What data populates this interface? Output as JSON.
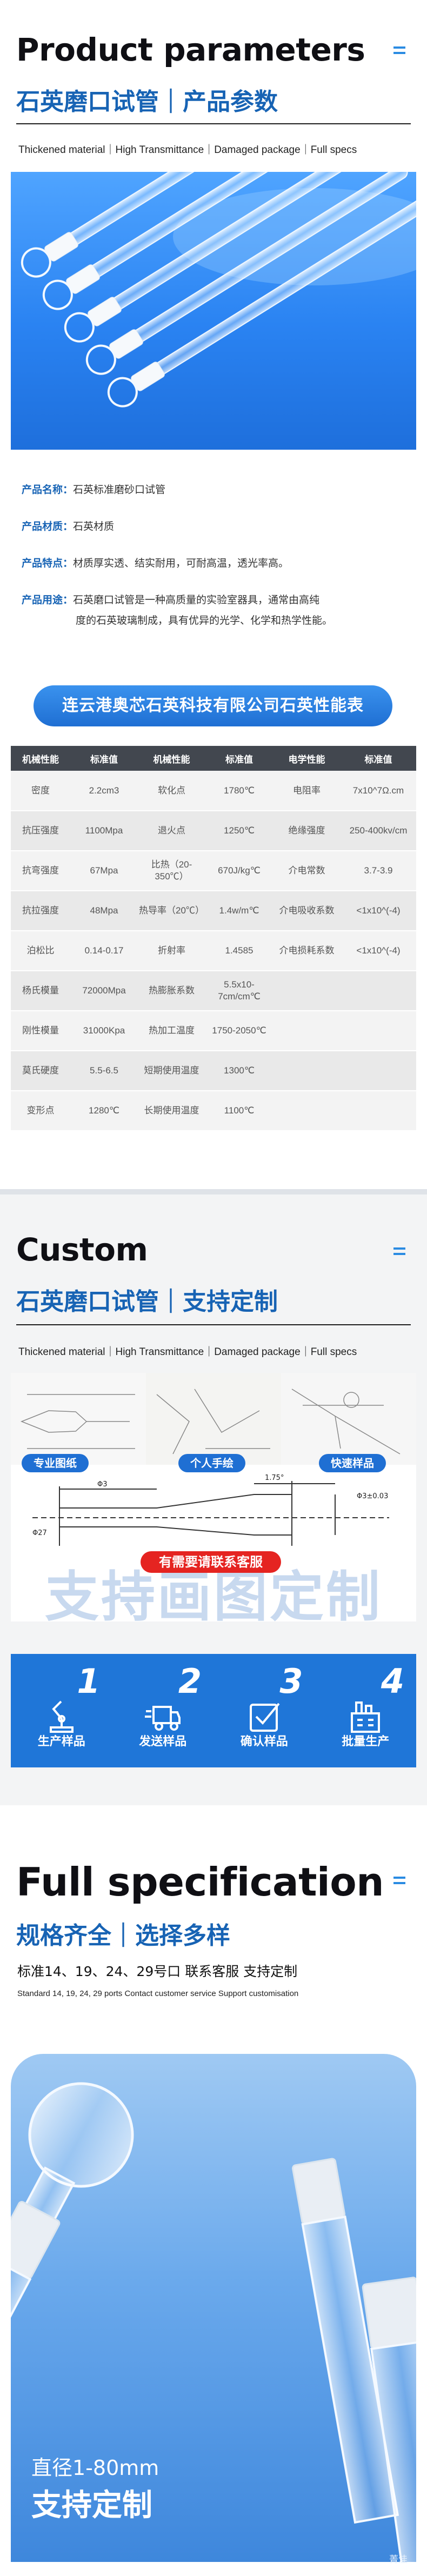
{
  "section1": {
    "title": "Product parameters",
    "subtitle": "石英磨口试管｜产品参数",
    "tagline": "Thickened material｜High Transmittance｜Damaged package｜Full specs",
    "info": [
      {
        "key": "产品名称：",
        "value": "石英标准磨砂口试管"
      },
      {
        "key": "产品材质：",
        "value": "石英材质"
      },
      {
        "key": "产品特点：",
        "value": "材质厚实透、结实耐用，可耐高温，透光率高。"
      },
      {
        "key": "产品用途：",
        "value": "石英磨口试管是一种高质量的实验室器具，通常由高纯",
        "value2": "度的石英玻璃制成，具有优异的光学、化学和热学性能。"
      }
    ],
    "company": "连云港奥芯石英科技有限公司石英性能表"
  },
  "table": {
    "headers": [
      "机械性能",
      "标准值",
      "机械性能",
      "标准值",
      "电学性能",
      "标准值"
    ],
    "rows": [
      [
        "密度",
        "2.2cm3",
        "软化点",
        "1780℃",
        "电阻率",
        "7x10^7Ω.cm"
      ],
      [
        "抗压强度",
        "1100Mpa",
        "退火点",
        "1250℃",
        "绝缘强度",
        "250-400kv/cm"
      ],
      [
        "抗弯强度",
        "67Mpa",
        "比热（20-350℃）",
        "670J/kg℃",
        "介电常数",
        "3.7-3.9"
      ],
      [
        "抗拉强度",
        "48Mpa",
        "热导率（20℃）",
        "1.4w/m℃",
        "介电吸收系数",
        "<1x10^(-4)"
      ],
      [
        "泊松比",
        "0.14-0.17",
        "折射率",
        "1.4585",
        "介电损耗系数",
        "<1x10^(-4)"
      ],
      [
        "杨氏模量",
        "72000Mpa",
        "热膨胀系数",
        "5.5x10-7cm/cm℃",
        "",
        ""
      ],
      [
        "刚性模量",
        "31000Kpa",
        "热加工温度",
        "1750-2050℃",
        "",
        ""
      ],
      [
        "莫氏硬度",
        "5.5-6.5",
        "短期使用温度",
        "1300℃",
        "",
        ""
      ],
      [
        "变形点",
        "1280℃",
        "长期使用温度",
        "1100℃",
        "",
        ""
      ]
    ]
  },
  "section2": {
    "title": "Custom",
    "subtitle": "石英磨口试管｜支持定制",
    "tagline": "Thickened material｜High Transmittance｜Damaged package｜Full specs",
    "tags": [
      "专业图纸",
      "个人手绘",
      "快速样品"
    ],
    "contact": "有需要请联系客服",
    "ghost": "支持画图定制",
    "steps": [
      {
        "num": "1",
        "label": "生产样品",
        "icon": "robot-arm-icon"
      },
      {
        "num": "2",
        "label": "发送样品",
        "icon": "delivery-truck-icon"
      },
      {
        "num": "3",
        "label": "确认样品",
        "icon": "checkbox-icon"
      },
      {
        "num": "4",
        "label": "批量生产",
        "icon": "factory-icon"
      }
    ]
  },
  "section3": {
    "title": "Full specification",
    "subtitle": "规格齐全｜选择多样",
    "line2": "标准14、19、24、29号口  联系客服  支持定制",
    "line3": "Standard 14, 19, 24, 29 ports Contact customer service Support customisation",
    "dia": "直径1-80mm",
    "dia2": "支持定制",
    "note": "菁洼"
  },
  "colors": {
    "accent": "#1763b4",
    "blue": "#1f76d8",
    "tableHeader": "#42474f",
    "red": "#e52421"
  }
}
